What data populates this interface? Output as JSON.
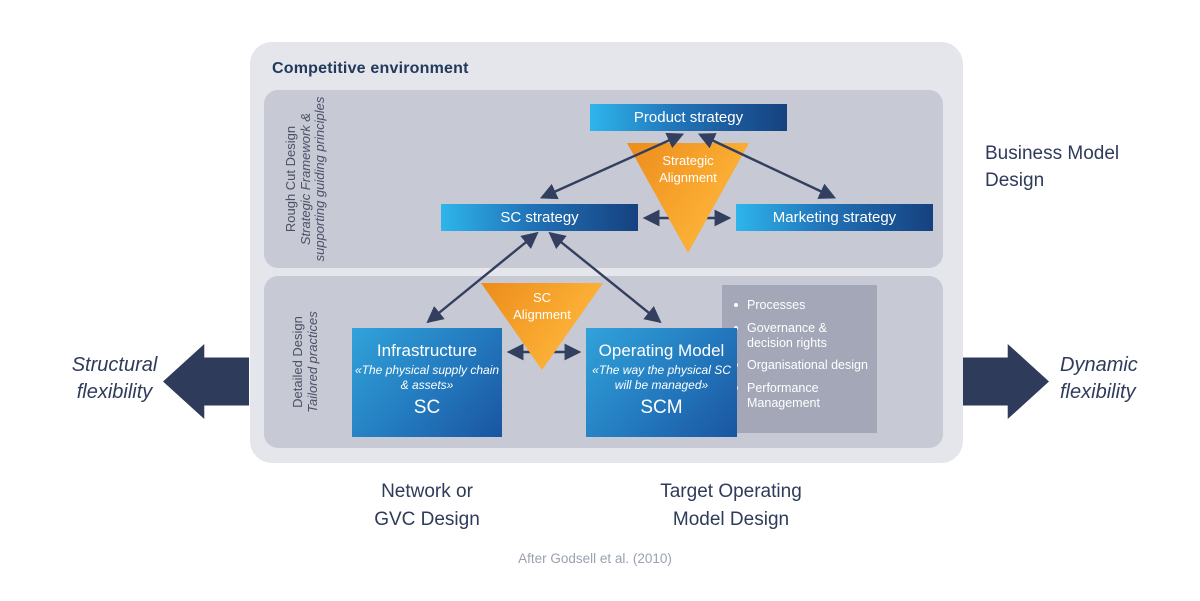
{
  "colors": {
    "page_background": "#ffffff",
    "outer_container": "#e4e6ec",
    "panel": "#c7c9d5",
    "bullet_box": "#a3a7b7",
    "bar_gradient_start": "#2eb5eb",
    "bar_gradient_end": "#16417f",
    "bigbox_gradient_start": "#31a3da",
    "bigbox_gradient_end": "#1a55a0",
    "triangle_gradient_start": "#ec8c1c",
    "triangle_gradient_end": "#fdbf49",
    "arrow_navy": "#2f3b5a",
    "connector": "#333f5e",
    "text_navy": "#22395b",
    "citation_gray": "#99a1b1"
  },
  "container": {
    "title": "Competitive environment"
  },
  "rows": {
    "top": {
      "label_main": "Rough Cut Design",
      "label_sub": "Strategic Framework & supporting guiding principles"
    },
    "bottom": {
      "label_main": "Detailed Design",
      "label_sub": "Tailored practices"
    }
  },
  "boxes": {
    "product": "Product strategy",
    "sc": "SC strategy",
    "marketing": "Marketing strategy",
    "infrastructure": {
      "title": "Infrastructure",
      "quote": "«The physical supply chain & assets»",
      "abbr": "SC"
    },
    "operating_model": {
      "title": "Operating Model",
      "quote": "«The way the physical SC will be managed»",
      "abbr": "SCM"
    }
  },
  "triangles": {
    "strategic": "Strategic\nAlignment",
    "sc": "SC\nAlignment"
  },
  "bullets": {
    "items": [
      "Processes",
      "Governance & decision rights",
      "Organisational design",
      "Performance Management"
    ]
  },
  "side_labels": {
    "left": "Structural\nflexibility",
    "right": "Dynamic\nflexibility",
    "top_right": "Business Model\nDesign"
  },
  "bottom_labels": {
    "left": "Network or\nGVC Design",
    "right": "Target Operating\nModel Design",
    "citation": "After Godsell et al. (2010)"
  }
}
